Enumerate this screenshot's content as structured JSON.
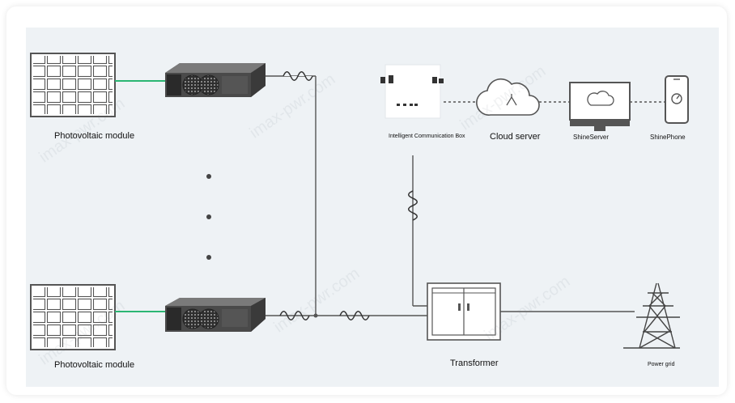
{
  "labels": {
    "pv_module_top": "Photovoltaic module",
    "pv_module_bottom": "Photovoltaic module",
    "comm_box": "Intelligent Communication Box",
    "cloud_server": "Cloud server",
    "shine_server": "ShineServer",
    "shine_phone": "ShinePhone",
    "transformer": "Transformer",
    "power_grid": "Power grid"
  },
  "watermark": "imax-pwr.com",
  "colors": {
    "panel_bg": "#eef2f5",
    "dc_link": "#2bb673",
    "line": "#555555",
    "device": "#4a4a4a"
  },
  "icons": {
    "pv": "solar-panel-icon",
    "inverter": "inverter-icon",
    "comm_box": "communication-box-icon",
    "cloud": "cloud-icon",
    "server": "monitor-icon",
    "phone": "smartphone-icon",
    "transformer": "transformer-cabinet-icon",
    "grid": "power-tower-icon",
    "ac": "ac-wave-icon"
  }
}
